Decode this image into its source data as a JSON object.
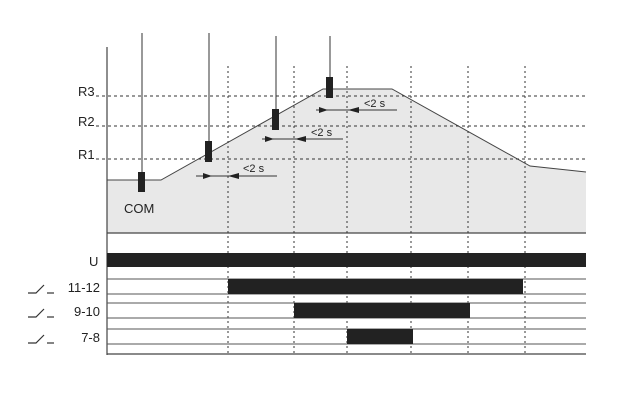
{
  "levels": {
    "r3": "R3",
    "r2": "R2",
    "r1": "R1",
    "com": "COM"
  },
  "delays": [
    "<2 s",
    "<2 s",
    "<2 s"
  ],
  "rows": [
    {
      "label": "U"
    },
    {
      "label": "11-12"
    },
    {
      "label": "9-10"
    },
    {
      "label": "7-8"
    }
  ],
  "colors": {
    "fill": "#e8e8e8",
    "bar": "#222222"
  }
}
